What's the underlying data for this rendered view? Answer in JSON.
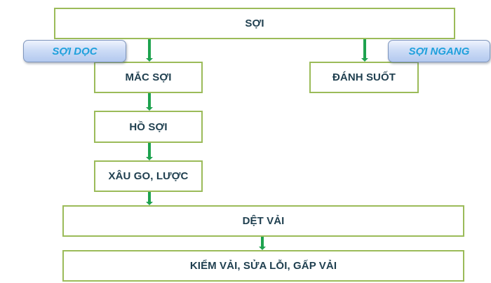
{
  "diagram": {
    "title": "SỢI",
    "branches": {
      "warp": {
        "label": "SỢI DỌC",
        "steps": [
          "MẮC SỢI",
          "HỒ SỢI",
          "XÂU GO, LƯỢC"
        ]
      },
      "weft": {
        "label": "SỢI NGANG",
        "steps": [
          "ĐÁNH SUỐT"
        ]
      }
    },
    "merge_steps": [
      "DỆT VẢI",
      "KIỂM VẢI, SỬA LỖI, GẤP VẢI"
    ],
    "colors": {
      "box_border": "#9bbb59",
      "box_text": "#1f3f4f",
      "arrow": "#1ea24f",
      "pill_text": "#1fa0dc",
      "pill_fill": "#cddcf6"
    },
    "edges": [
      {
        "from": "SỢI",
        "to": "MẮC SỢI"
      },
      {
        "from": "SỢI",
        "to": "ĐÁNH SUỐT"
      },
      {
        "from": "MẮC SỢI",
        "to": "HỒ SỢI"
      },
      {
        "from": "HỒ SỢI",
        "to": "XÂU GO, LƯỢC"
      },
      {
        "from": "XÂU GO, LƯỢC",
        "to": "DỆT VẢI"
      },
      {
        "from": "DỆT VẢI",
        "to": "KIỂM VẢI, SỬA LỖI, GẤP VẢI"
      }
    ]
  }
}
